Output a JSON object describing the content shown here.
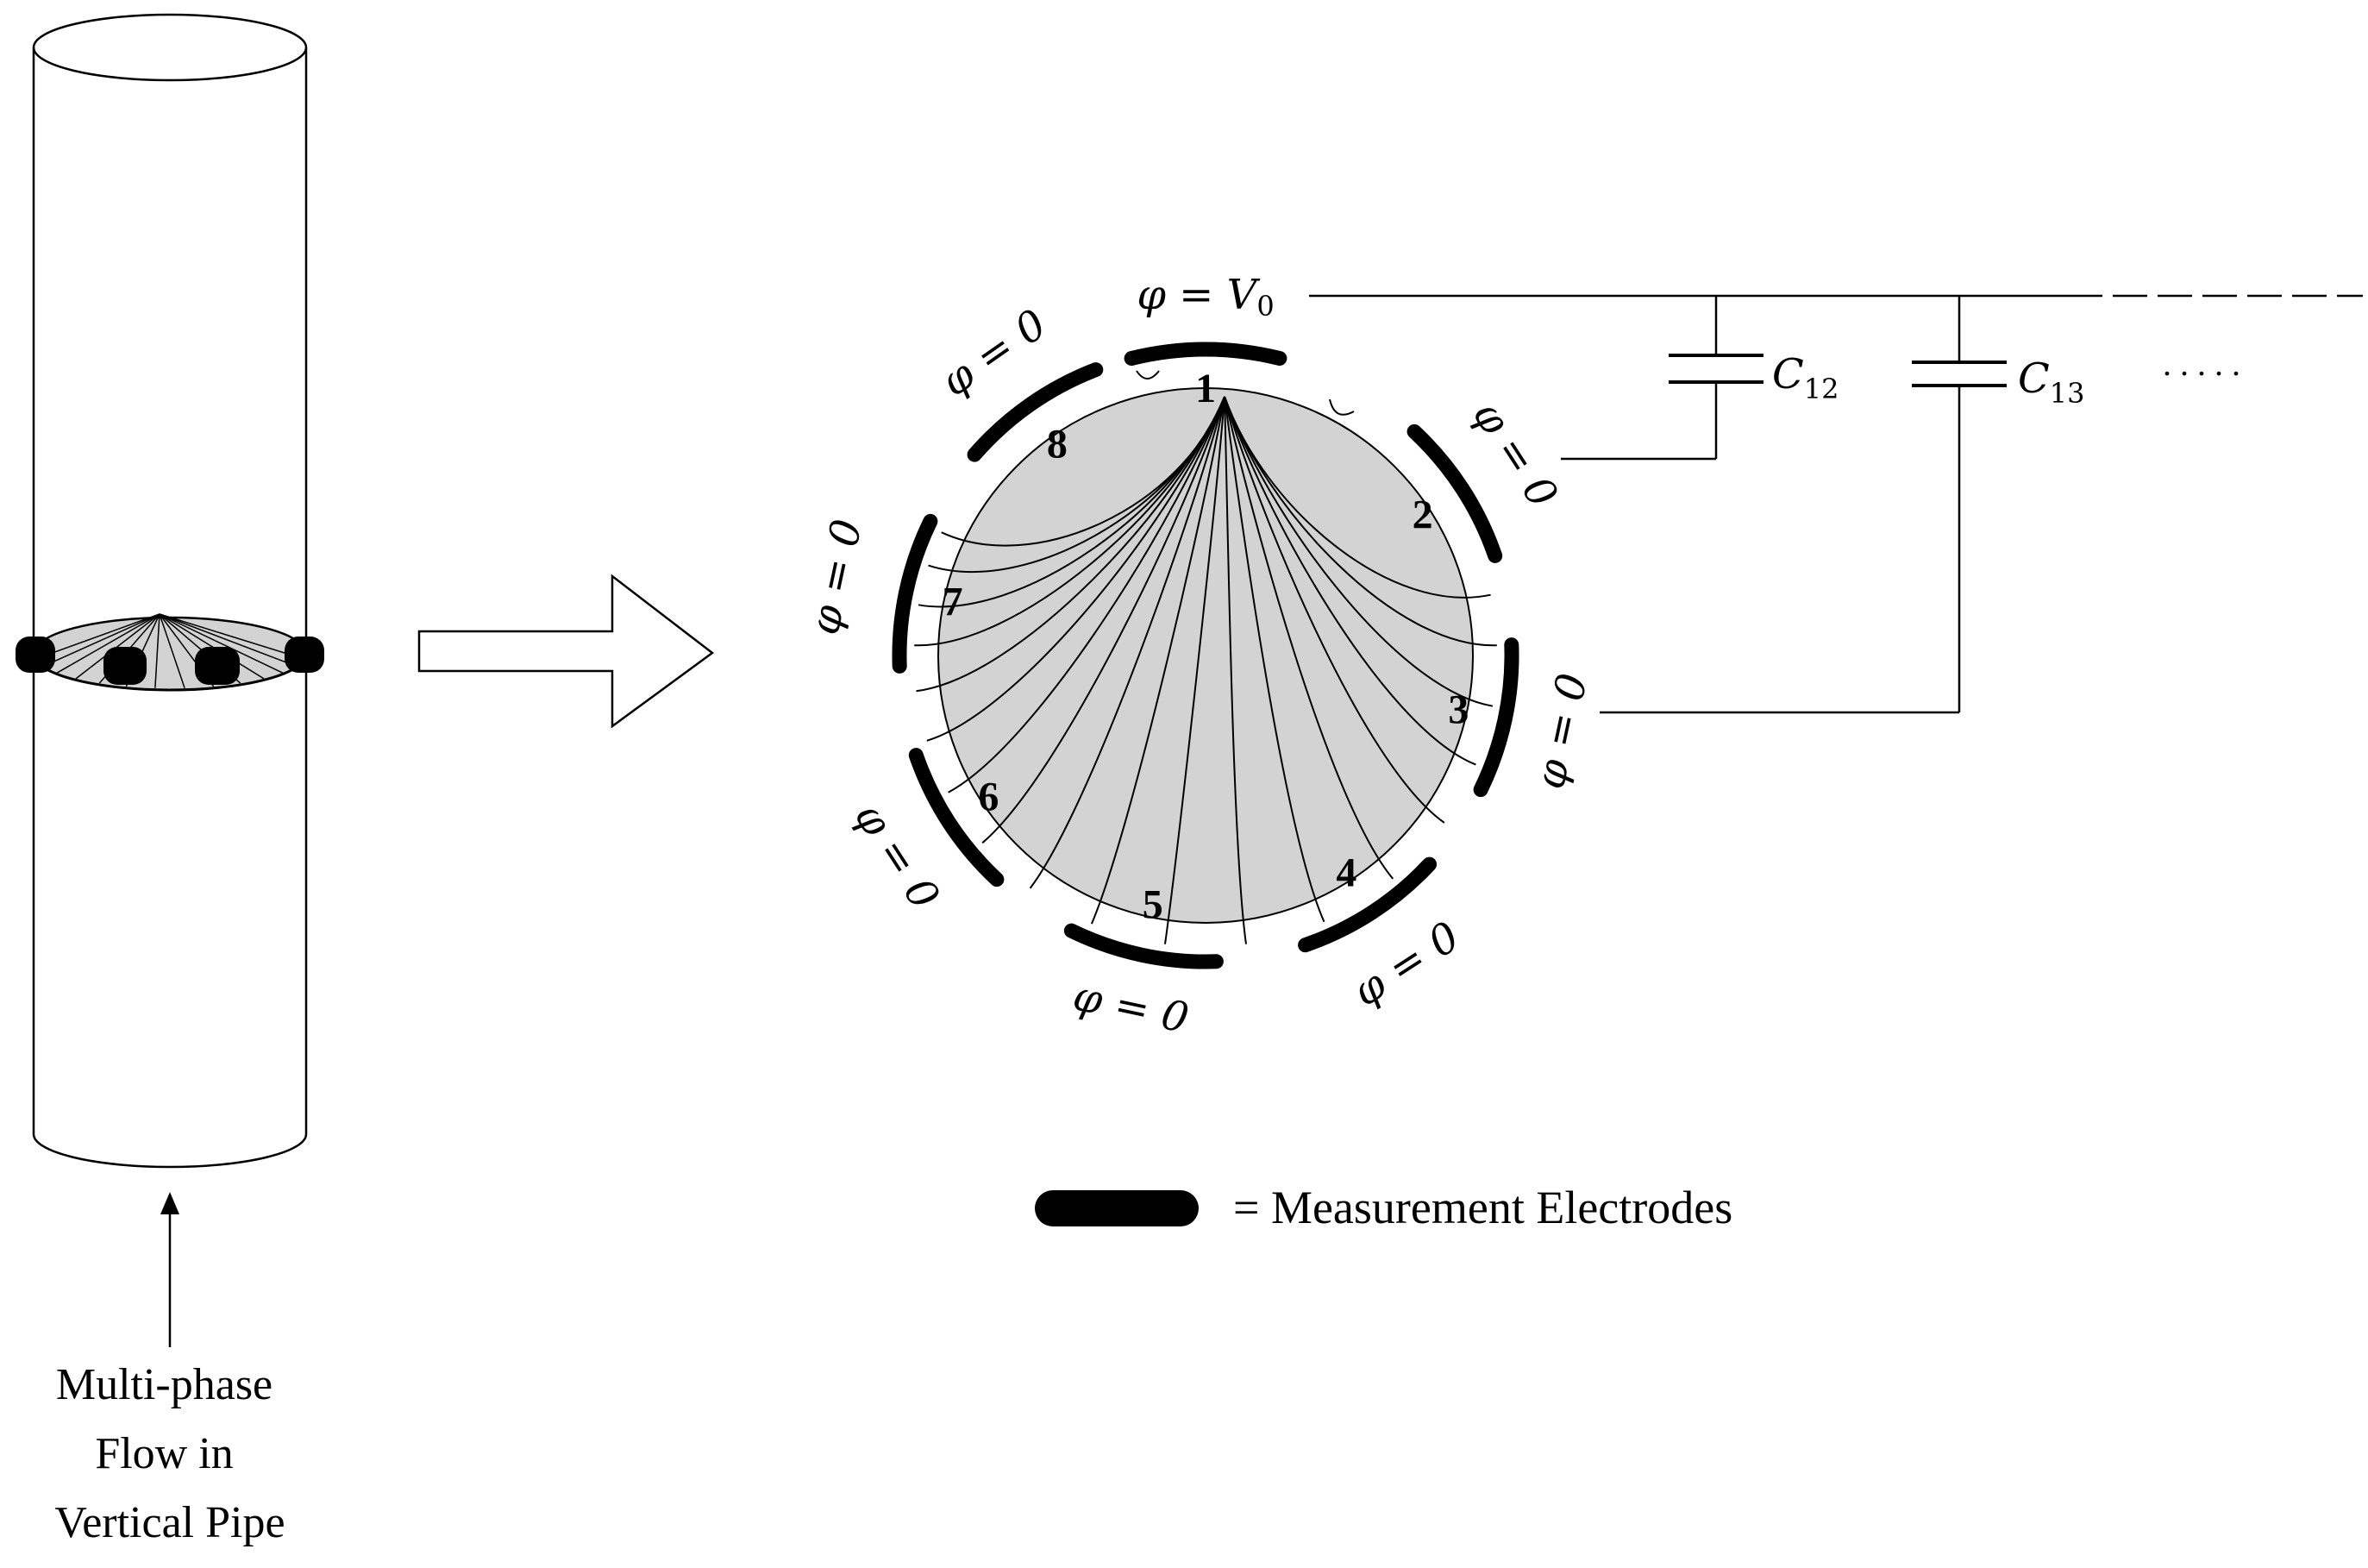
{
  "flow_caption": [
    "Multi-phase",
    "Flow in",
    "Vertical Pipe"
  ],
  "electrodes": [
    {
      "number": "1",
      "potential": "φ = V",
      "subscript": "0"
    },
    {
      "number": "2",
      "potential": "φ = 0"
    },
    {
      "number": "3",
      "potential": "φ = 0"
    },
    {
      "number": "4",
      "potential": "φ = 0"
    },
    {
      "number": "5",
      "potential": "φ = 0"
    },
    {
      "number": "6",
      "potential": "φ = 0"
    },
    {
      "number": "7",
      "potential": "φ = 0"
    },
    {
      "number": "8",
      "potential": "φ = 0"
    }
  ],
  "capacitors": [
    {
      "symbol": "C",
      "subscript": "12"
    },
    {
      "symbol": "C",
      "subscript": "13"
    }
  ],
  "continuation_dots": ". . . . .",
  "legend": {
    "text": "= Measurement Electrodes"
  },
  "colors": {
    "line": "#000000",
    "fill": "#d3d3d3",
    "background": "#ffffff"
  }
}
